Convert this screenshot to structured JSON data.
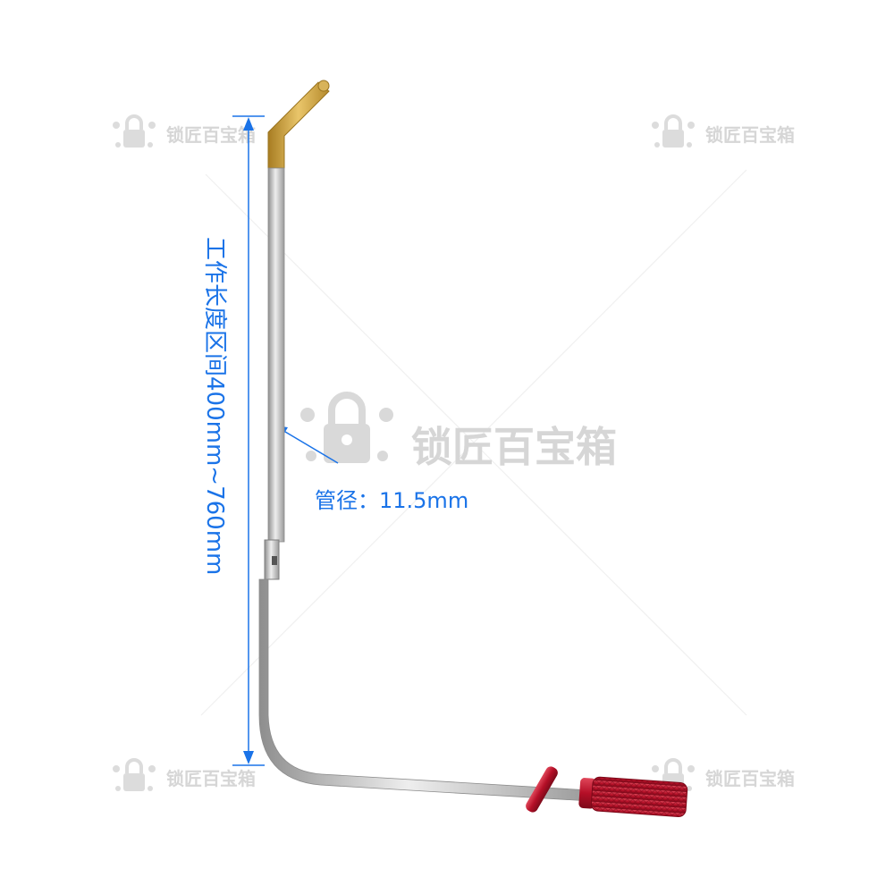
{
  "watermark": {
    "brand_text": "锁匠百宝箱",
    "icon": "padlock-wrench-logo-icon"
  },
  "dimension": {
    "working_length_label": "工作长度区间400mm~760mm",
    "pipe_diameter_label": "管径：11.5mm",
    "color": "#1a73e8"
  },
  "product": {
    "handle_color": "#c8102e",
    "tip_color": "#d4a63a",
    "shaft_color": "#c8c8c8"
  }
}
